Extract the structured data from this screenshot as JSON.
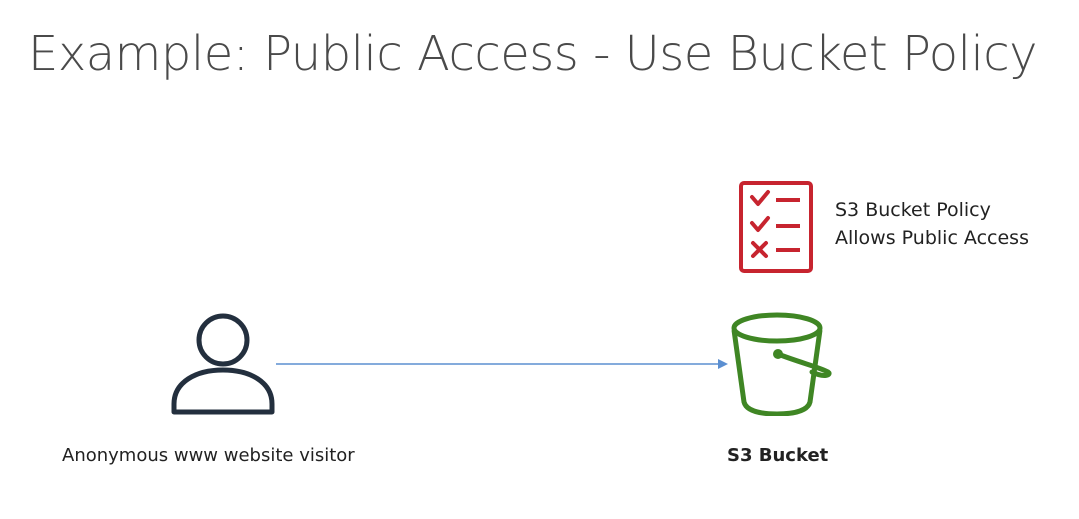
{
  "title": "Example: Public Access - Use Bucket Policy",
  "policy": {
    "line1": "S3 Bucket Policy",
    "line2": "Allows Public Access",
    "icon": "policy-checklist-icon",
    "color": "#c7242f"
  },
  "visitor": {
    "label": "Anonymous www website visitor",
    "icon": "user-icon",
    "color": "#232f3e"
  },
  "bucket": {
    "label": "S3 Bucket",
    "icon": "s3-bucket-icon",
    "color": "#3f8624"
  },
  "connector": {
    "icon": "arrow-right-icon",
    "color": "#5b8fd1"
  }
}
